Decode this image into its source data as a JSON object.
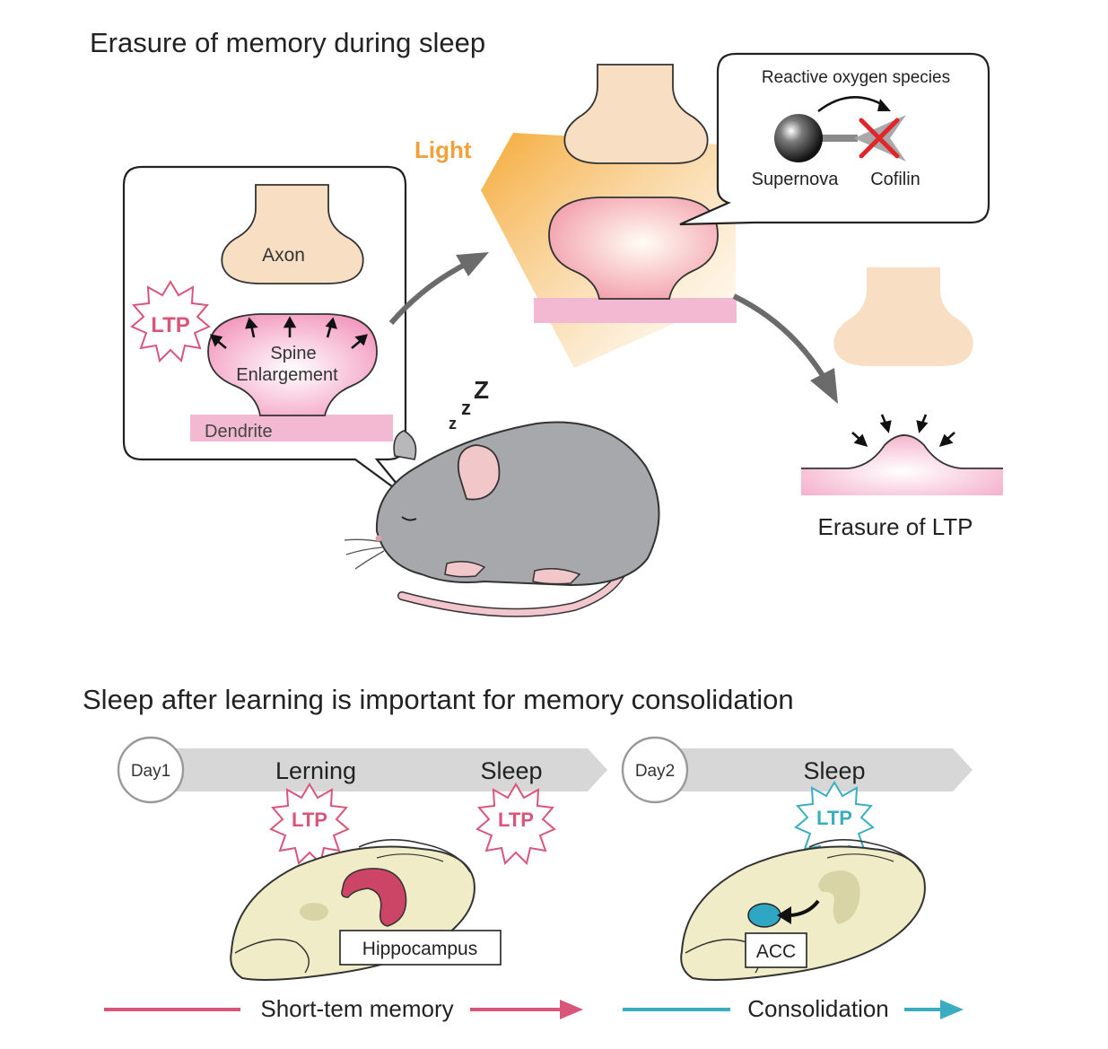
{
  "top": {
    "title": "Erasure of memory during sleep",
    "labels": {
      "axon": "Axon",
      "ltp": "LTP",
      "spine_line1": "Spine",
      "spine_line2": "Enlargement",
      "dendrite": "Dendrite",
      "light": "Light",
      "ros": "Reactive oxygen species",
      "supernova": "Supernova",
      "cofilin": "Cofilin",
      "erasure": "Erasure of LTP",
      "zzz": [
        "z",
        "z",
        "Z"
      ]
    }
  },
  "bottom": {
    "title": "Sleep after learning is important for memory consolidation",
    "day1": {
      "badge": "Day1",
      "learning": "Lerning",
      "sleep": "Sleep",
      "ltp": "LTP",
      "region": "Hippocampus",
      "bar_label": "Short-tem memory"
    },
    "day2": {
      "badge": "Day2",
      "sleep": "Sleep",
      "ltp": "LTP",
      "region": "ACC",
      "bar_label": "Consolidation"
    }
  },
  "colors": {
    "ltp_pink": "#d9557a",
    "ltp_teal": "#3aaec0",
    "axon": "#f8dfc3",
    "spine_pink": "#f4a9c8",
    "dendrite": "#f3b9d3",
    "light": "#f2a93a",
    "mouse_gray": "#a7a8ab",
    "brain": "#f0ecc7",
    "hippocampus": "#cc4566",
    "acc": "#2fa7c4"
  }
}
